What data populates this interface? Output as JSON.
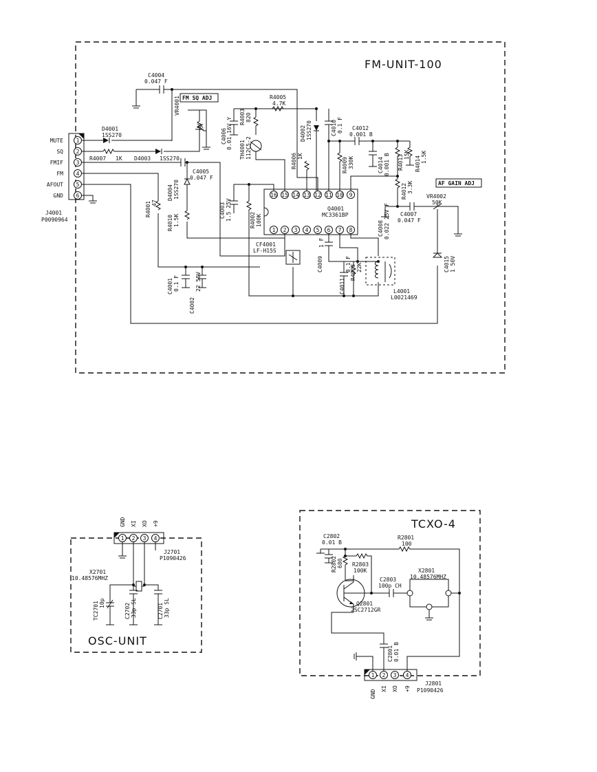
{
  "fm_unit": {
    "title": "FM-UNIT-100",
    "connector": {
      "ref": "J4001",
      "part": "P0090964",
      "pins": [
        {
          "num": "1",
          "label": "MUTE"
        },
        {
          "num": "2",
          "label": "SQ"
        },
        {
          "num": "3",
          "label": "FMIF"
        },
        {
          "num": "4",
          "label": "FM"
        },
        {
          "num": "5",
          "label": "AFOUT"
        },
        {
          "num": "6",
          "label": "GND"
        }
      ]
    },
    "adj_labels": {
      "sq": "FM SQ ADJ",
      "af": "AF GAIN ADJ"
    },
    "ic": {
      "ref": "Q4001",
      "part": "MC3361BP",
      "top_pins": [
        "16",
        "15",
        "14",
        "13",
        "12",
        "11",
        "10",
        "9"
      ],
      "bottom_pins": [
        "1",
        "2",
        "3",
        "4",
        "5",
        "6",
        "7",
        "8"
      ]
    },
    "components": {
      "c4004": {
        "ref": "C4004",
        "val": "0.047 F"
      },
      "d4001": {
        "ref": "D4001",
        "val": "1SS270"
      },
      "r4007": {
        "ref": "R4007",
        "val": "1K"
      },
      "d4003": {
        "ref": "D4003",
        "val": "1SS270"
      },
      "vr4001": {
        "ref": "VR4001",
        "val": "2K"
      },
      "c4006": {
        "ref": "C4006",
        "val": "0.01 16V Y"
      },
      "r4003": {
        "ref": "R4003",
        "val": "820"
      },
      "th4001": {
        "ref": "TH4001",
        "val": "112C5-2"
      },
      "r4005": {
        "ref": "R4005",
        "val": "4.7K"
      },
      "d4002": {
        "ref": "D4002",
        "val": "1SS270"
      },
      "r4006": {
        "ref": "R4006",
        "val": "1K"
      },
      "c4010": {
        "ref": "C4010",
        "val": "0.1 F"
      },
      "c4012": {
        "ref": "C4012",
        "val": "0.001 B"
      },
      "r4009": {
        "ref": "R4009",
        "val": "330K"
      },
      "c4014": {
        "ref": "C4014",
        "val": "0.001 B"
      },
      "r4013": {
        "ref": "R4013",
        "val": "15K"
      },
      "r4014": {
        "ref": "R4014",
        "val": "1.5K"
      },
      "c4005": {
        "ref": "C4005",
        "val": "0.047 F"
      },
      "d4004": {
        "ref": "D4004",
        "val": "1SS270"
      },
      "c4003": {
        "ref": "C4003",
        "val": "1.5 25V"
      },
      "r4002": {
        "ref": "R4002",
        "val": "100K"
      },
      "r4001": {
        "ref": "R4001",
        "val": "47"
      },
      "r4010": {
        "ref": "R4010",
        "val": "1.5K"
      },
      "cf4001": {
        "ref": "CF4001",
        "val": "LF-H15S"
      },
      "c4001": {
        "ref": "C4001",
        "val": "0.1 F"
      },
      "c4002": {
        "ref": "C4002",
        "val": "22 50V"
      },
      "c4009": {
        "ref": "C4009",
        "val": "1 F"
      },
      "c4011": {
        "ref": "C4011",
        "val": "0.1 F"
      },
      "r4008": {
        "ref": "R4008",
        "val": "22K"
      },
      "l4001": {
        "ref": "L4001",
        "val": "L0021469"
      },
      "r4012": {
        "ref": "R4012",
        "val": "3.3K"
      },
      "c4008": {
        "ref": "C4008",
        "val": "0.022 25V F"
      },
      "c4007": {
        "ref": "C4007",
        "val": "0.047 F"
      },
      "vr4002": {
        "ref": "VR4002",
        "val": "50K"
      },
      "c4015": {
        "ref": "C4015",
        "val": "1 50V"
      }
    }
  },
  "osc_unit": {
    "title": "OSC-UNIT",
    "connector": {
      "ref": "J2701",
      "part": "P1090426",
      "pins": [
        {
          "num": "1",
          "label": "GND"
        },
        {
          "num": "2",
          "label": "XI"
        },
        {
          "num": "3",
          "label": "XO"
        },
        {
          "num": "4",
          "label": "+9"
        }
      ]
    },
    "components": {
      "x2701": {
        "ref": "X2701",
        "val": "10.48576MHZ"
      },
      "tc2701": {
        "ref": "TC2701",
        "val": "10p"
      },
      "c2702": {
        "ref": "C2702",
        "val": "33p SL"
      },
      "c2701": {
        "ref": "C2701",
        "val": "33p SL"
      }
    }
  },
  "tcxo": {
    "title": "TCXO-4",
    "connector": {
      "ref": "J2801",
      "part": "P1090426",
      "pins": [
        {
          "num": "1",
          "label": "GND"
        },
        {
          "num": "2",
          "label": "XI"
        },
        {
          "num": "3",
          "label": "XO"
        },
        {
          "num": "4",
          "label": "+9"
        }
      ]
    },
    "components": {
      "c2802": {
        "ref": "C2802",
        "val": "0.01 B"
      },
      "r2801": {
        "ref": "R2801",
        "val": "100"
      },
      "r2802": {
        "ref": "R2802",
        "val": "680"
      },
      "r2803": {
        "ref": "R2803",
        "val": "100K"
      },
      "c2803": {
        "ref": "C2803",
        "val": "100p CH"
      },
      "x2801": {
        "ref": "X2801",
        "val": "10.48576MHZ"
      },
      "q2801": {
        "ref": "Q2801",
        "val": "2SC2712GR"
      },
      "c2801": {
        "ref": "C2801",
        "val": "0.01 B"
      }
    }
  }
}
